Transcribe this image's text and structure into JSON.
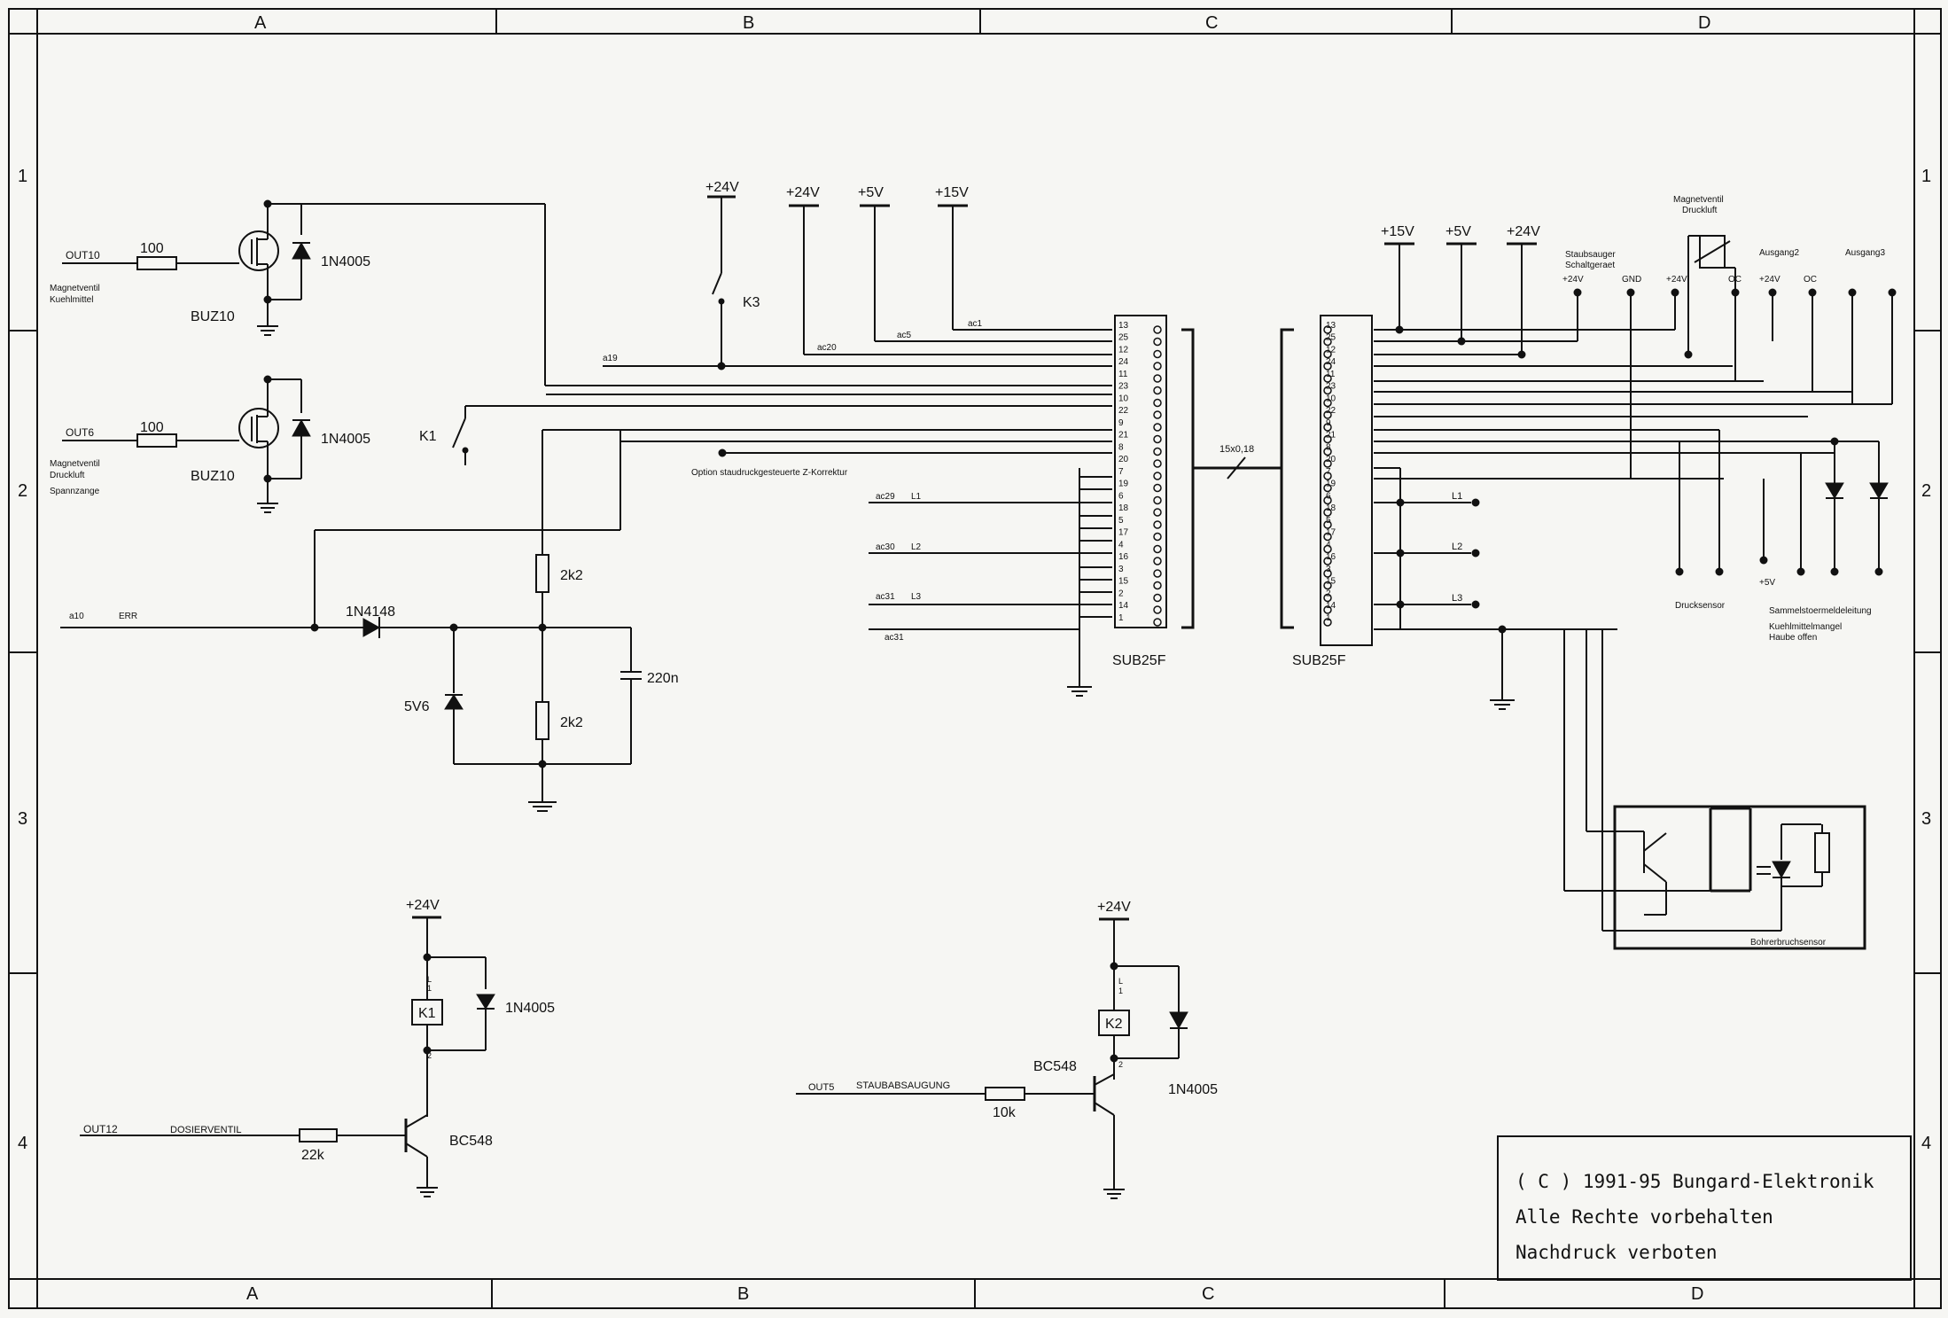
{
  "frame": {
    "columns": [
      "A",
      "B",
      "C",
      "D"
    ],
    "rows": [
      "1",
      "2",
      "3",
      "4"
    ]
  },
  "copyright": {
    "line1": "( C ) 1991-95 Bungard-Elektronik",
    "line2": "Alle Rechte vorbehalten",
    "line3": "Nachdruck verboten"
  },
  "outputs": {
    "out10": "OUT10",
    "out10_desc1": "Magnetventil",
    "out10_desc2": "Kuehlmittel",
    "out6": "OUT6",
    "out6_desc1": "Magnetventil",
    "out6_desc2": "Druckluft",
    "out6_desc3": "Spannzange",
    "out12": "OUT12",
    "out12_desc": "DOSIERVENTIL",
    "out5": "OUT5",
    "out5_desc": "STAUBABSAUGUNG"
  },
  "components": {
    "r100": "100",
    "buz10": "BUZ10",
    "d1n4005": "1N4005",
    "k1": "K1",
    "k2": "K2",
    "k3": "K3",
    "d1n4148": "1N4148",
    "z5v6": "5V6",
    "r2k2": "2k2",
    "c220n": "220n",
    "r22k": "22k",
    "r10k": "10k",
    "bc548": "BC548",
    "coil_l": "L",
    "coil_1": "1",
    "coil_2": "2",
    "sub25f": "SUB25F",
    "cable": "15x0,18"
  },
  "signals": {
    "a19": "a19",
    "ac20": "ac20",
    "ac5": "ac5",
    "ac1": "ac1",
    "a10": "a10",
    "err": "ERR",
    "ac29": "ac29",
    "ac30": "ac30",
    "ac31": "ac31",
    "l1": "L1",
    "l2": "L2",
    "l3": "L3",
    "option": "Option staudruckgesteuerte Z-Korrektur"
  },
  "rails": {
    "p24": "+24V",
    "p5": "+5V",
    "p15": "+15V",
    "p24b": "+24V",
    "p5b": "+5V",
    "gnd": "GND",
    "oc": "OC"
  },
  "pins": {
    "left_top": [
      "13",
      "12",
      "11",
      "10",
      "9",
      "8",
      "7",
      "6",
      "5",
      "4",
      "3",
      "2",
      "1"
    ],
    "left_bottom": [
      "25",
      "24",
      "23",
      "22",
      "21",
      "20",
      "19",
      "18",
      "17",
      "16",
      "15",
      "14"
    ]
  },
  "right_side": {
    "staubsauger1": "Staubsauger",
    "staubsauger2": "Schaltgeraet",
    "magnetventil1": "Magnetventil",
    "magnetventil2": "Druckluft",
    "ausgang2": "Ausgang2",
    "ausgang3": "Ausgang3",
    "drucksensor": "Drucksensor",
    "sammel1": "Sammelstoermeldeleitung",
    "sammel2": "Kuehlmittelmangel",
    "sammel3": "Haube offen",
    "bohrer": "Bohrerbruchsensor"
  }
}
